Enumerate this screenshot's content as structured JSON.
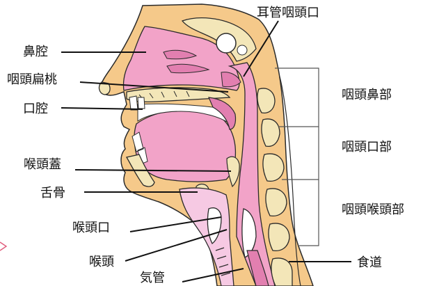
{
  "labels": {
    "nasal_cavity": "鼻腔",
    "eustachian_opening": "耳管咽頭口",
    "pharyngeal_tonsil": "咽頭扁桃",
    "oral_cavity": "口腔",
    "epiglottis": "喉頭蓋",
    "hyoid": "舌骨",
    "laryngeal_inlet": "喉頭口",
    "larynx": "喉頭",
    "trachea": "気管",
    "esophagus": "食道",
    "nasopharynx": "咽頭鼻部",
    "oropharynx": "咽頭口部",
    "laryngopharynx": "咽頭喉頭部"
  },
  "colors": {
    "mucosa": "#f2a3c8",
    "mucosa_dark": "#e27fb0",
    "tissue": "#f5c98a",
    "bone": "#f3e6b8",
    "bone_outline": "#2a2a2a",
    "trachea_light": "#f6c9e3",
    "marker": "#e05a7a"
  }
}
